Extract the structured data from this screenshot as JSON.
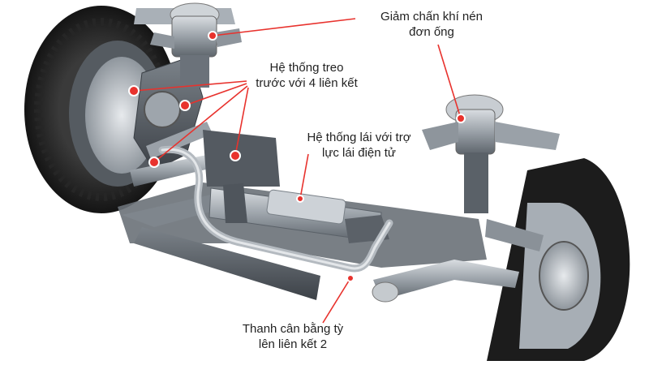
{
  "colors": {
    "background": "#ffffff",
    "callout": "#e8322d",
    "tire": "#1d1d1d",
    "metal_dark": "#5b6168",
    "metal_mid": "#8d949b",
    "metal_light": "#c9ced3",
    "silver": "#b6bcc2"
  },
  "labels": {
    "shock": {
      "line1": "Giảm chấn khí nén",
      "line2": "đơn ống"
    },
    "suspension": {
      "line1": "Hệ thống treo",
      "line2": "trước với 4 liên kết"
    },
    "steering": {
      "line1": "Hệ thống lái với trợ",
      "line2": "lực lái điện tử"
    },
    "stabilizer": {
      "line1": "Thanh cân bằng tỳ",
      "line2": "lên liên kết 2"
    }
  }
}
